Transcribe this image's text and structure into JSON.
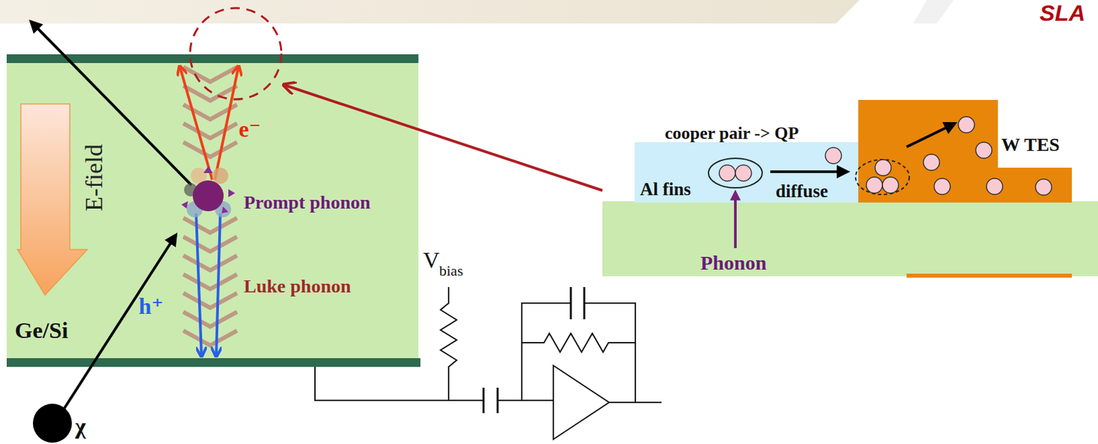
{
  "diagram": {
    "nodes": [
      {
        "text": [
          "Ge/Si"
        ]
      },
      {
        "text": [
          "Al fins"
        ]
      },
      {
        "text": [
          "W TES"
        ]
      }
    ],
    "labels": [
      "E-field",
      "e⁻",
      "Prompt phonon",
      "h⁺",
      "Luke phonon",
      "V",
      "bias",
      "χ",
      "cooper pair -> QP",
      "diffuse",
      "Phonon",
      "SLA"
    ]
  }
}
